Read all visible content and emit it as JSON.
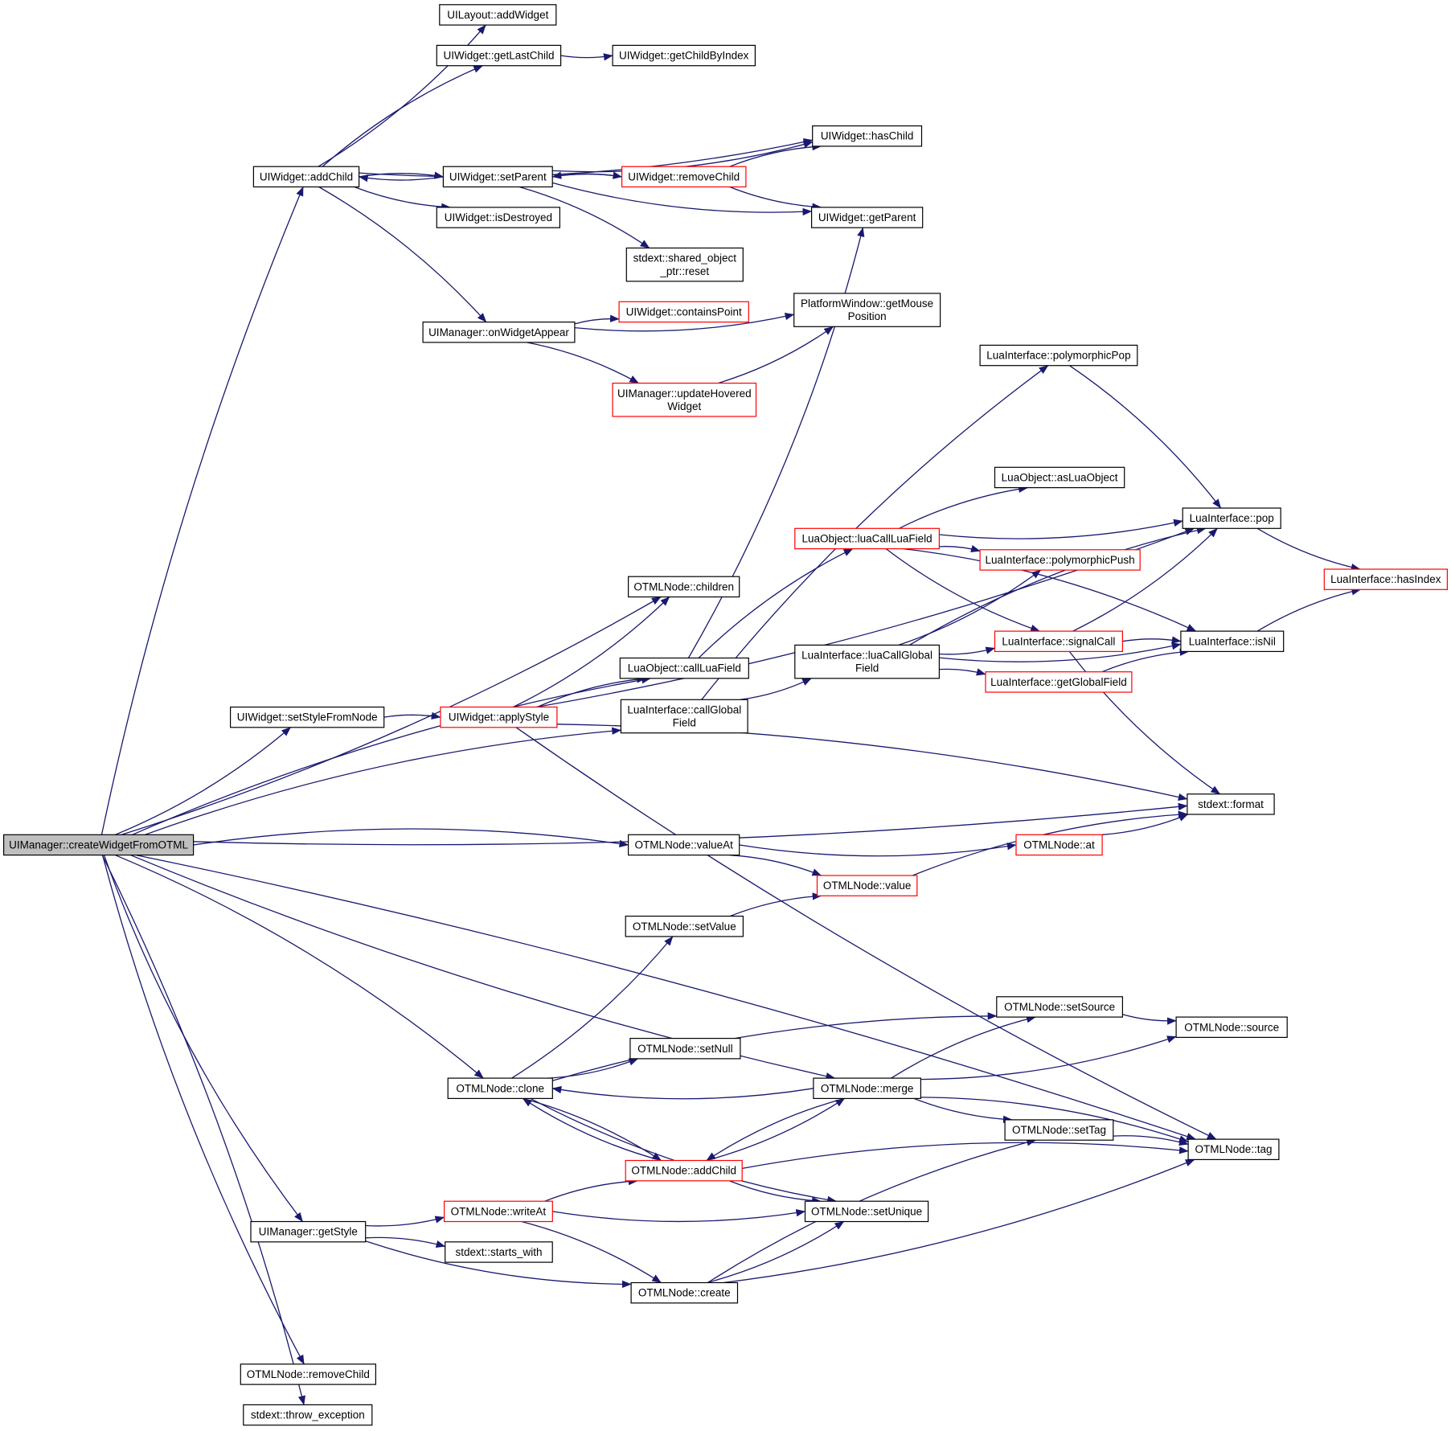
{
  "diagram": {
    "type": "call-graph",
    "root": "createWidgetFromOTML",
    "colors": {
      "edge": "#191970",
      "node_border": "#000000",
      "truncated_border": "#ff0000",
      "root_fill": "#bfbfbf"
    },
    "nodes": [
      {
        "id": "createWidgetFromOTML",
        "lines": [
          "UIManager::createWidgetFromOTML"
        ],
        "style": "root"
      },
      {
        "id": "addWidget",
        "lines": [
          "UILayout::addWidget"
        ]
      },
      {
        "id": "getLastChild",
        "lines": [
          "UIWidget::getLastChild"
        ]
      },
      {
        "id": "getChildByIndex",
        "lines": [
          "UIWidget::getChildByIndex"
        ]
      },
      {
        "id": "hasChild",
        "lines": [
          "UIWidget::hasChild"
        ]
      },
      {
        "id": "addChild",
        "lines": [
          "UIWidget::addChild"
        ]
      },
      {
        "id": "setParent",
        "lines": [
          "UIWidget::setParent"
        ]
      },
      {
        "id": "removeChild",
        "lines": [
          "UIWidget::removeChild"
        ],
        "style": "truncated"
      },
      {
        "id": "isDestroyed",
        "lines": [
          "UIWidget::isDestroyed"
        ]
      },
      {
        "id": "getParent",
        "lines": [
          "UIWidget::getParent"
        ]
      },
      {
        "id": "reset",
        "lines": [
          "stdext::shared_object",
          "_ptr::reset"
        ]
      },
      {
        "id": "containsPoint",
        "lines": [
          "UIWidget::containsPoint"
        ],
        "style": "truncated"
      },
      {
        "id": "getMousePosition",
        "lines": [
          "PlatformWindow::getMouse",
          "Position"
        ]
      },
      {
        "id": "onWidgetAppear",
        "lines": [
          "UIManager::onWidgetAppear"
        ]
      },
      {
        "id": "polymorphicPop",
        "lines": [
          "LuaInterface::polymorphicPop"
        ]
      },
      {
        "id": "updateHoveredWidget",
        "lines": [
          "UIManager::updateHovered",
          "Widget"
        ],
        "style": "truncated"
      },
      {
        "id": "asLuaObject",
        "lines": [
          "LuaObject::asLuaObject"
        ]
      },
      {
        "id": "pop",
        "lines": [
          "LuaInterface::pop"
        ]
      },
      {
        "id": "luaCallLuaField",
        "lines": [
          "LuaObject::luaCallLuaField"
        ],
        "style": "truncated"
      },
      {
        "id": "polymorphicPush",
        "lines": [
          "LuaInterface::polymorphicPush"
        ],
        "style": "truncated"
      },
      {
        "id": "hasIndex",
        "lines": [
          "LuaInterface::hasIndex"
        ],
        "style": "truncated"
      },
      {
        "id": "children",
        "lines": [
          "OTMLNode::children"
        ]
      },
      {
        "id": "signalCall",
        "lines": [
          "LuaInterface::signalCall"
        ],
        "style": "truncated"
      },
      {
        "id": "isNil",
        "lines": [
          "LuaInterface::isNil"
        ]
      },
      {
        "id": "luaCallGlobalField",
        "lines": [
          "LuaInterface::luaCallGlobal",
          "Field"
        ]
      },
      {
        "id": "callLuaField",
        "lines": [
          "LuaObject::callLuaField"
        ]
      },
      {
        "id": "getGlobalField",
        "lines": [
          "LuaInterface::getGlobalField"
        ],
        "style": "truncated"
      },
      {
        "id": "setStyleFromNode",
        "lines": [
          "UIWidget::setStyleFromNode"
        ]
      },
      {
        "id": "applyStyle",
        "lines": [
          "UIWidget::applyStyle"
        ],
        "style": "truncated"
      },
      {
        "id": "callGlobalField",
        "lines": [
          "LuaInterface::callGlobal",
          "Field"
        ]
      },
      {
        "id": "format",
        "lines": [
          "stdext::format"
        ]
      },
      {
        "id": "valueAt",
        "lines": [
          "OTMLNode::valueAt"
        ]
      },
      {
        "id": "at",
        "lines": [
          "OTMLNode::at"
        ],
        "style": "truncated"
      },
      {
        "id": "value",
        "lines": [
          "OTMLNode::value"
        ],
        "style": "truncated"
      },
      {
        "id": "setValue",
        "lines": [
          "OTMLNode::setValue"
        ]
      },
      {
        "id": "setSource",
        "lines": [
          "OTMLNode::setSource"
        ]
      },
      {
        "id": "source",
        "lines": [
          "OTMLNode::source"
        ]
      },
      {
        "id": "setNull",
        "lines": [
          "OTMLNode::setNull"
        ]
      },
      {
        "id": "clone",
        "lines": [
          "OTMLNode::clone"
        ]
      },
      {
        "id": "merge",
        "lines": [
          "OTMLNode::merge"
        ]
      },
      {
        "id": "setTag",
        "lines": [
          "OTMLNode::setTag"
        ]
      },
      {
        "id": "tag",
        "lines": [
          "OTMLNode::tag"
        ]
      },
      {
        "id": "otmlAddChild",
        "lines": [
          "OTMLNode::addChild"
        ],
        "style": "truncated"
      },
      {
        "id": "writeAt",
        "lines": [
          "OTMLNode::writeAt"
        ],
        "style": "truncated"
      },
      {
        "id": "setUnique",
        "lines": [
          "OTMLNode::setUnique"
        ]
      },
      {
        "id": "getStyle",
        "lines": [
          "UIManager::getStyle"
        ]
      },
      {
        "id": "startsWith",
        "lines": [
          "stdext::starts_with"
        ]
      },
      {
        "id": "create",
        "lines": [
          "OTMLNode::create"
        ]
      },
      {
        "id": "otmlRemoveChild",
        "lines": [
          "OTMLNode::removeChild"
        ]
      },
      {
        "id": "throwException",
        "lines": [
          "stdext::throw_exception"
        ]
      }
    ],
    "edges": [
      [
        "createWidgetFromOTML",
        "addChild"
      ],
      [
        "createWidgetFromOTML",
        "children"
      ],
      [
        "createWidgetFromOTML",
        "callLuaField"
      ],
      [
        "createWidgetFromOTML",
        "setStyleFromNode"
      ],
      [
        "createWidgetFromOTML",
        "callGlobalField"
      ],
      [
        "createWidgetFromOTML",
        "format"
      ],
      [
        "createWidgetFromOTML",
        "valueAt"
      ],
      [
        "createWidgetFromOTML",
        "merge"
      ],
      [
        "createWidgetFromOTML",
        "clone"
      ],
      [
        "createWidgetFromOTML",
        "getStyle"
      ],
      [
        "createWidgetFromOTML",
        "tag"
      ],
      [
        "createWidgetFromOTML",
        "otmlRemoveChild"
      ],
      [
        "createWidgetFromOTML",
        "throwException"
      ],
      [
        "addChild",
        "addWidget"
      ],
      [
        "addChild",
        "getLastChild"
      ],
      [
        "addChild",
        "hasChild"
      ],
      [
        "addChild",
        "setParent"
      ],
      [
        "addChild",
        "isDestroyed"
      ],
      [
        "addChild",
        "onWidgetAppear"
      ],
      [
        "getLastChild",
        "getChildByIndex"
      ],
      [
        "setParent",
        "addChild"
      ],
      [
        "setParent",
        "hasChild"
      ],
      [
        "setParent",
        "removeChild"
      ],
      [
        "setParent",
        "getParent"
      ],
      [
        "setParent",
        "reset"
      ],
      [
        "removeChild",
        "setParent"
      ],
      [
        "removeChild",
        "hasChild"
      ],
      [
        "removeChild",
        "getParent"
      ],
      [
        "onWidgetAppear",
        "containsPoint"
      ],
      [
        "onWidgetAppear",
        "getMousePosition"
      ],
      [
        "onWidgetAppear",
        "updateHoveredWidget"
      ],
      [
        "updateHoveredWidget",
        "getMousePosition"
      ],
      [
        "setStyleFromNode",
        "applyStyle"
      ],
      [
        "applyStyle",
        "children"
      ],
      [
        "applyStyle",
        "callLuaField"
      ],
      [
        "applyStyle",
        "pop"
      ],
      [
        "applyStyle",
        "format"
      ],
      [
        "applyStyle",
        "tag"
      ],
      [
        "callLuaField",
        "luaCallLuaField"
      ],
      [
        "callLuaField",
        "getParent"
      ],
      [
        "luaCallLuaField",
        "asLuaObject"
      ],
      [
        "luaCallLuaField",
        "pop"
      ],
      [
        "luaCallLuaField",
        "polymorphicPush"
      ],
      [
        "luaCallLuaField",
        "signalCall"
      ],
      [
        "luaCallLuaField",
        "isNil"
      ],
      [
        "callGlobalField",
        "luaCallGlobalField"
      ],
      [
        "callGlobalField",
        "polymorphicPop"
      ],
      [
        "luaCallGlobalField",
        "polymorphicPush"
      ],
      [
        "luaCallGlobalField",
        "pop"
      ],
      [
        "luaCallGlobalField",
        "signalCall"
      ],
      [
        "luaCallGlobalField",
        "getGlobalField"
      ],
      [
        "luaCallGlobalField",
        "isNil"
      ],
      [
        "polymorphicPop",
        "pop"
      ],
      [
        "pop",
        "hasIndex"
      ],
      [
        "isNil",
        "hasIndex"
      ],
      [
        "signalCall",
        "pop"
      ],
      [
        "signalCall",
        "isNil"
      ],
      [
        "signalCall",
        "format"
      ],
      [
        "getGlobalField",
        "isNil"
      ],
      [
        "valueAt",
        "at"
      ],
      [
        "valueAt",
        "value"
      ],
      [
        "at",
        "format"
      ],
      [
        "value",
        "format"
      ],
      [
        "clone",
        "setValue"
      ],
      [
        "clone",
        "setSource"
      ],
      [
        "clone",
        "setNull"
      ],
      [
        "clone",
        "otmlAddChild"
      ],
      [
        "clone",
        "setUnique"
      ],
      [
        "setValue",
        "value"
      ],
      [
        "setSource",
        "source"
      ],
      [
        "merge",
        "setSource"
      ],
      [
        "merge",
        "source"
      ],
      [
        "merge",
        "clone"
      ],
      [
        "merge",
        "setTag"
      ],
      [
        "merge",
        "tag"
      ],
      [
        "merge",
        "otmlAddChild"
      ],
      [
        "setTag",
        "tag"
      ],
      [
        "otmlAddChild",
        "merge"
      ],
      [
        "otmlAddChild",
        "clone"
      ],
      [
        "otmlAddChild",
        "setUnique"
      ],
      [
        "otmlAddChild",
        "tag"
      ],
      [
        "getStyle",
        "writeAt"
      ],
      [
        "getStyle",
        "startsWith"
      ],
      [
        "getStyle",
        "create"
      ],
      [
        "writeAt",
        "otmlAddChild"
      ],
      [
        "writeAt",
        "setUnique"
      ],
      [
        "writeAt",
        "create"
      ],
      [
        "create",
        "setUnique"
      ],
      [
        "create",
        "setTag"
      ],
      [
        "create",
        "tag"
      ]
    ]
  }
}
